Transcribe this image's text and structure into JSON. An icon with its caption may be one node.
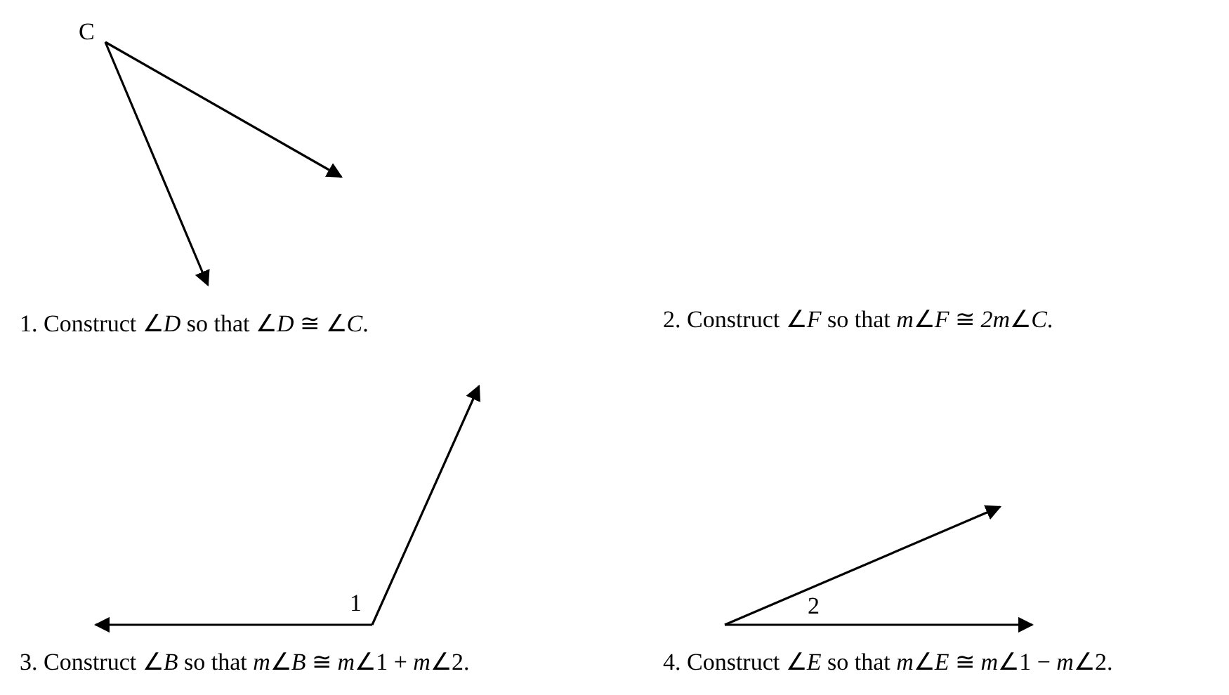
{
  "diagram": {
    "labels": [
      "C",
      "1. Construct ∠*D* so that ∠*D* ≅ ∠*C*.",
      "2. Construct ∠*F* so that *m*∠*F* ≅ *2m*∠*C*.",
      "1",
      "2",
      "3. Construct ∠*B* so that *m*∠*B* ≅ *m*∠1 + *m*∠2.",
      "4. Construct ∠*E* so that *m*∠*E* ≅ *m*∠1 − *m*∠2."
    ]
  }
}
